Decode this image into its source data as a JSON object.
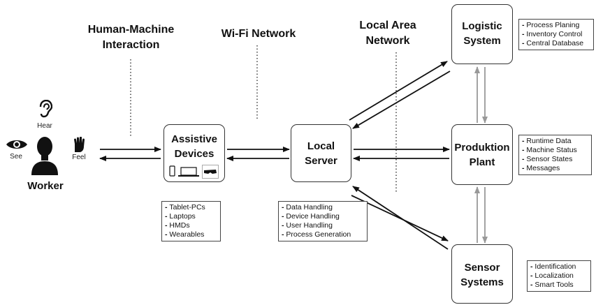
{
  "headings": {
    "hmi": [
      "Human-Machine",
      "Interaction"
    ],
    "wifi": "Wi-Fi Network",
    "lan": [
      "Local Area",
      "Network"
    ]
  },
  "worker": {
    "label": "Worker",
    "senses": {
      "hear": "Hear",
      "see": "See",
      "feel": "Feel"
    }
  },
  "nodes": {
    "assistive": {
      "title": [
        "Assistive",
        "Devices"
      ],
      "items": [
        "Tablet-PCs",
        "Laptops",
        "HMDs",
        "Wearables"
      ]
    },
    "server": {
      "title": [
        "Local",
        "Server"
      ],
      "items": [
        "Data Handling",
        "Device Handling",
        "User Handling",
        "Process Generation"
      ]
    },
    "logistic": {
      "title": [
        "Logistic",
        "System"
      ],
      "items": [
        "Process Planing",
        "Inventory Control",
        "Central Database"
      ]
    },
    "plant": {
      "title": [
        "Produktion",
        "Plant"
      ],
      "items": [
        "Runtime Data",
        "Machine Status",
        "Sensor States",
        "Messages"
      ]
    },
    "sensor": {
      "title": [
        "Sensor",
        "Systems"
      ],
      "items": [
        "Identification",
        "Localization",
        "Smart Tools"
      ]
    }
  },
  "colors": {
    "primary_arrow": "#111111",
    "secondary_arrow": "#999999",
    "box_border": "#333333"
  },
  "icons": [
    "eye-icon",
    "ear-icon",
    "hand-icon",
    "person-icon",
    "tablet-icon",
    "laptop-icon",
    "hmd-icon"
  ]
}
